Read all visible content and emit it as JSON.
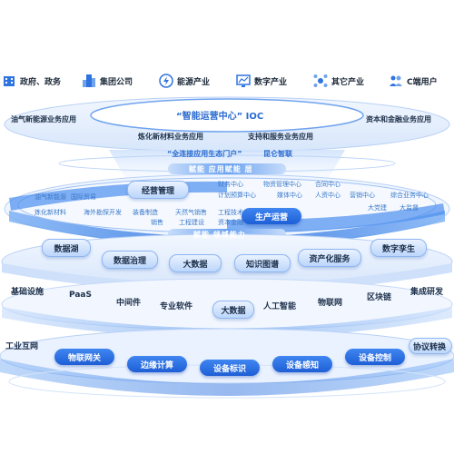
{
  "top_bar": {
    "items": [
      {
        "label": "政府、政务",
        "icon": "building-icon"
      },
      {
        "label": "集团公司",
        "icon": "office-tower-icon"
      },
      {
        "label": "能源产业",
        "icon": "energy-icon"
      },
      {
        "label": "数字产业",
        "icon": "monitor-chart-icon"
      },
      {
        "label": "其它产业",
        "icon": "network-nodes-icon"
      },
      {
        "label": "C端用户",
        "icon": "users-icon"
      }
    ]
  },
  "ioc_layer": {
    "title": "“智能运营中心” IOC",
    "left_app": "油气新能源业务应用",
    "right_app": "资本和金融业务应用",
    "center_left": "炼化新材料业务应用",
    "center_right": "支持和服务业务应用"
  },
  "portal_layer": {
    "title": "“全连接应用生态门户”",
    "subtitle": "昆仑智联",
    "band_label": "赋能  应用赋能 层"
  },
  "ops_layer": {
    "management_title": "经营管理",
    "production_title": "生产运营",
    "management_items": [
      "财务中心",
      "物资管理中心",
      "合同中心",
      "计划预算中心",
      "媒体中心",
      "人资中心",
      "营销中心",
      "综合业务中心"
    ],
    "production_items": [
      "油气新能源",
      "国际贸易",
      "炼化新材料",
      "海外勘探开发",
      "装备制造",
      "天然气销售",
      "工程建设",
      "销售",
      "资本金融",
      "工程技术",
      "大党建",
      "大监督"
    ],
    "band_label": "赋能  领域能力"
  },
  "data_layer": {
    "items": [
      "数据湖",
      "数据治理",
      "大数据",
      "知识图谱",
      "资产化服务",
      "数字孪生"
    ]
  },
  "infra_layer": {
    "items": [
      "基础设施",
      "PaaS",
      "中间件",
      "专业软件",
      "大数据",
      "人工智能",
      "物联网",
      "区块链",
      "集成研发"
    ]
  },
  "iot_layer": {
    "items": [
      "工业互网",
      "物联网关",
      "边缘计算",
      "设备标识",
      "设备感知",
      "设备控制",
      "协议转换"
    ]
  }
}
